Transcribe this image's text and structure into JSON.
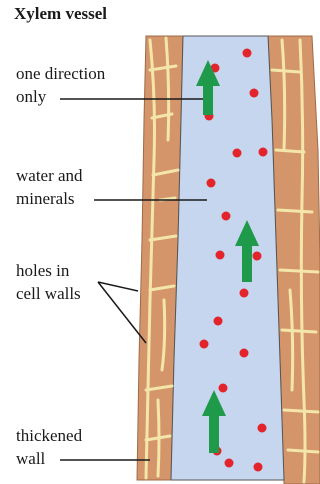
{
  "title": "Xylem vessel",
  "labels": [
    {
      "lines": [
        "one direction",
        "only"
      ]
    },
    {
      "lines": [
        "water and",
        "minerals"
      ]
    },
    {
      "lines": [
        "holes in",
        "cell walls"
      ]
    },
    {
      "lines": [
        "thickened",
        "wall"
      ]
    }
  ],
  "colors": {
    "vessel": "#c5d6ee",
    "wall": "#d4956a",
    "cell_lines": "#f3e6a8",
    "particles": "#e3242b",
    "arrows": "#1f9a4a",
    "leader": "#1a1a1a"
  },
  "icons": [
    "arrow-up-icon"
  ]
}
